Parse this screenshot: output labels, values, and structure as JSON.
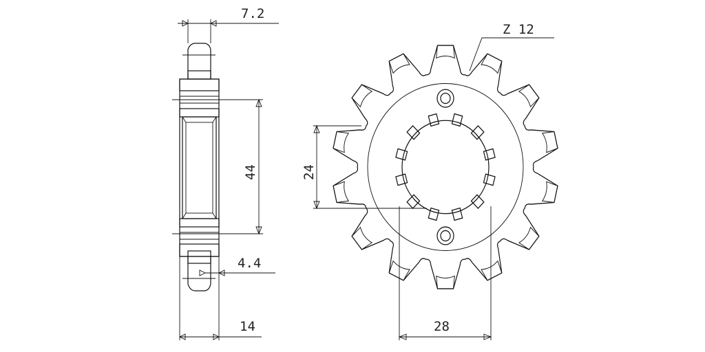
{
  "dimensions": {
    "hub_tooth_width": "7.2",
    "bolt_circle_height": "44",
    "chain_width": "4.4",
    "hub_width": "14",
    "spline_diameter": "24",
    "bolt_spacing": "28",
    "teeth": "Z 12"
  },
  "colors": {
    "ink": "#111111",
    "hatch": "#2a2a2a",
    "background": "#ffffff"
  }
}
